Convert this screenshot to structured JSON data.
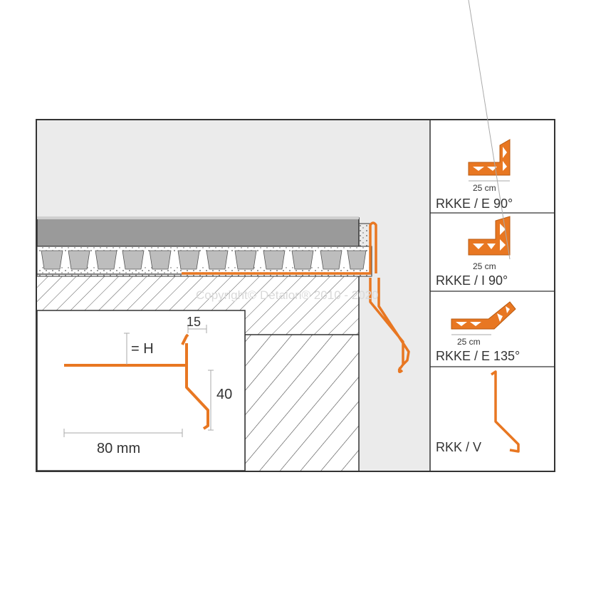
{
  "watermark": "Copyright© Detalon® 2010 - 2020",
  "detail": {
    "dim_height_label": "= H",
    "dim_top_label": "15",
    "dim_side_label": "40",
    "dim_width_label": "80 mm"
  },
  "sidebar": {
    "items": [
      {
        "dim_label": "25 cm",
        "name": "RKKE / E 90°"
      },
      {
        "dim_label": "25 cm",
        "name": "RKKE / I 90°"
      },
      {
        "dim_label": "25 cm",
        "name": "RKKE / E 135°"
      },
      {
        "name": "RKK / V"
      }
    ]
  },
  "colors": {
    "profile": "#e87722",
    "tile": "#9a9a9a",
    "mat": "#bdbdbd",
    "background": "#ebebeb",
    "frame": "#333333"
  }
}
